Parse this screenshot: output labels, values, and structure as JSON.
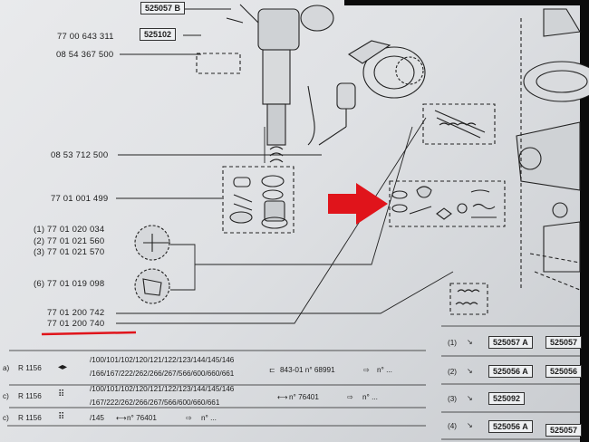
{
  "colors": {
    "arrow": "#e0141b",
    "underline": "#e0141b",
    "paper": "#e3e5e8",
    "ink": "#1c1c1c"
  },
  "labels": {
    "ref_top_box": "525057 B",
    "ref_525102": "525102",
    "num_7700643311": "77 00 643 311",
    "num_0854367500": "08 54 367 500",
    "num_0853712500": "08 53 712 500",
    "num_7701001499": "77 01 001 499",
    "num_1": "(1) 77 01 020 034",
    "num_2": "(2) 77 01 021 560",
    "num_3": "(3) 77 01 021 570",
    "num_6": "(6) 77 01 019 098",
    "num_742": "77 01 200 742",
    "num_740": "77 01 200 740"
  },
  "left_table": [
    {
      "prefix": "a)",
      "model": "R 1156",
      "icon": "split-arrow-icon",
      "line1": "/100/101/102/120/121/122/123/144/145/146",
      "line2": "/166/167/222/262/266/267/566/600/660/661",
      "tail": "843-01 n° 68991",
      "dots": "n° ..."
    },
    {
      "prefix": "c)",
      "model": "R 1156",
      "icon": "grid-icon",
      "line1": "/100/101/102/120/121/122/123/144/145/146",
      "line2": "/167/222/262/266/267/566/600/660/661",
      "tail": "n° 76401",
      "dots": "n° ..."
    },
    {
      "prefix": "c)",
      "model": "R 1156",
      "icon": "grid-icon",
      "line1": "/145",
      "line2": "",
      "tail": "n° 76401",
      "dots": "n° ..."
    }
  ],
  "right_table": [
    {
      "num": "(1)",
      "ref1": "525057 A",
      "ref2": "525057"
    },
    {
      "num": "(2)",
      "ref1": "525056 A",
      "ref2": "525056"
    },
    {
      "num": "(3)",
      "ref1": "525092",
      "ref2": ""
    },
    {
      "num": "(4)",
      "ref1": "525056 A",
      "ref2": "525057"
    }
  ]
}
